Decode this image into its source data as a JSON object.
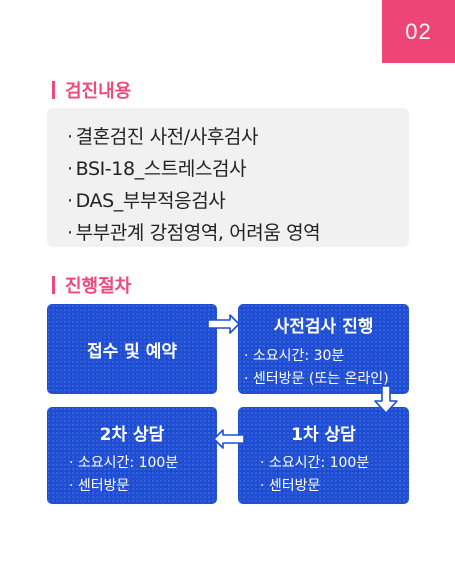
{
  "badge": "02",
  "section1": {
    "title": "검진내용",
    "items": [
      "결혼검진 사전/사후검사",
      "BSI-18_스트레스검사",
      "DAS_부부적응검사",
      "부부관계 강점영역, 어려움 영역"
    ]
  },
  "section2": {
    "title": "진행절차",
    "steps": [
      {
        "title": "접수 및 예약",
        "lines": []
      },
      {
        "title": "사전검사 진행",
        "lines": [
          "소요시간: 30분",
          "센터방문 (또는 온라인)"
        ]
      },
      {
        "title": "1차 상담",
        "lines": [
          "소요시간: 100분",
          "센터방문"
        ]
      },
      {
        "title": "2차 상담",
        "lines": [
          "소요시간: 100분",
          "센터방문"
        ]
      }
    ]
  },
  "colors": {
    "accent": "#ef4a7a",
    "badge": "#ee4577",
    "card": "#1f4fd6"
  },
  "icons": {
    "bullet": "middle-dot",
    "arrows": [
      "arrow-right-icon",
      "arrow-down-icon",
      "arrow-left-icon"
    ]
  }
}
